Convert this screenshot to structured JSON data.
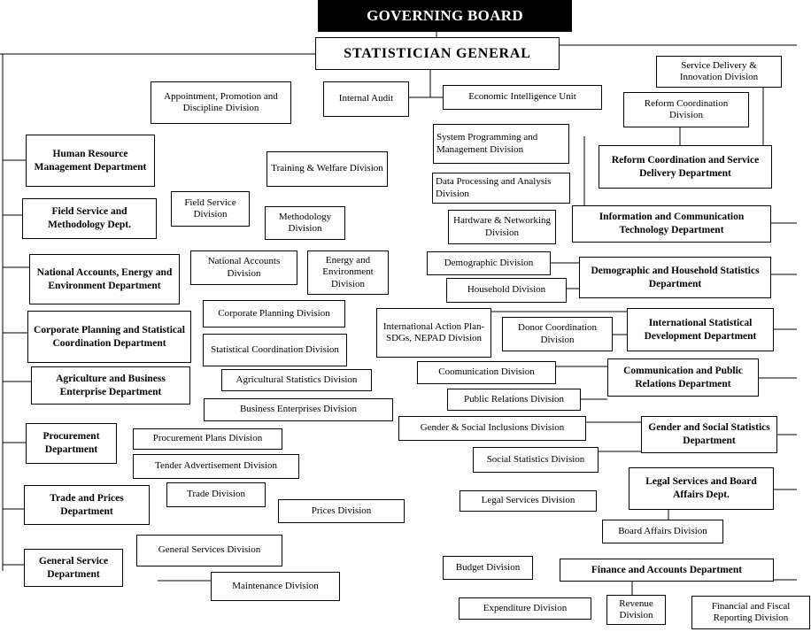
{
  "governing_board": "GOVERNING BOARD",
  "statistician_general": "STATISTICIAN GENERAL",
  "top_units": {
    "appointment": "Appointment, Promotion and Discipline Division",
    "internal_audit": "Internal Audit",
    "economic_intelligence": "Economic Intelligence Unit"
  },
  "left": {
    "hr_dept": "Human Resource Management Department",
    "training": "Training & Welfare Division",
    "field_dept": "Field Service and Methodology Dept.",
    "field_div": "Field Service Division",
    "methodology": "Methodology Division",
    "na_dept": "National Accounts, Energy and Environment Department",
    "na_div": "National Accounts Division",
    "energy_div": "Energy and Environment Division",
    "cp_dept": "Corporate Planning and Statistical Coordination Department",
    "cp_div": "Corporate Planning Division",
    "sc_div": "Statistical Coordination Division",
    "agri_dept": "Agriculture and Business Enterprise Department",
    "agri_div": "Agricultural Statistics Division",
    "be_div": "Business Enterprises Division",
    "proc_dept": "Procurement Department",
    "proc_plans": "Procurement Plans Division",
    "tender": "Tender Advertisement Division",
    "trade_dept": "Trade and Prices Department",
    "trade_div": "Trade Division",
    "prices_div": "Prices Division",
    "gs_dept": "General Service Department",
    "gs_div": "General Services Division",
    "maint_div": "Maintenance Division"
  },
  "right": {
    "sd_div": "Service Delivery & Innovation Division",
    "reform_div": "Reform Coordination Division",
    "reform_dept": "Reform Coordination and Service Delivery Department",
    "sys_prog": "System Programming and Management Division",
    "dp_div": "Data Processing and Analysis Division",
    "hw_div": "Hardware & Networking Division",
    "ict_dept": "Information and Communication Technology Department",
    "demo_div": "Demographic Division",
    "hh_div": "Household Division",
    "demo_dept": "Demographic and Household Statistics Department",
    "intl_action": "International Action Plan-SDGs, NEPAD Division",
    "donor_div": "Donor Coordination Division",
    "intl_dept": "International Statistical Development Department",
    "comm_div": "Coomunication Division",
    "pr_div": "Public Relations Division",
    "comm_dept": "Communication and Public Relations Department",
    "gender_div": "Gender & Social Inclusions Division",
    "social_div": "Social Statistics Division",
    "gender_dept": "Gender and Social Statistics  Department",
    "legal_div": "Legal Services Division",
    "legal_dept": "Legal Services and Board Affairs Dept.",
    "board_div": "Board Affairs Division",
    "budget_div": "Budget Division",
    "finance_dept": "Finance and Accounts Department",
    "expenditure_div": "Expenditure Division",
    "revenue_div": "Revenue Division",
    "ffr_div": "Financial and Fiscal Reporting Division"
  }
}
